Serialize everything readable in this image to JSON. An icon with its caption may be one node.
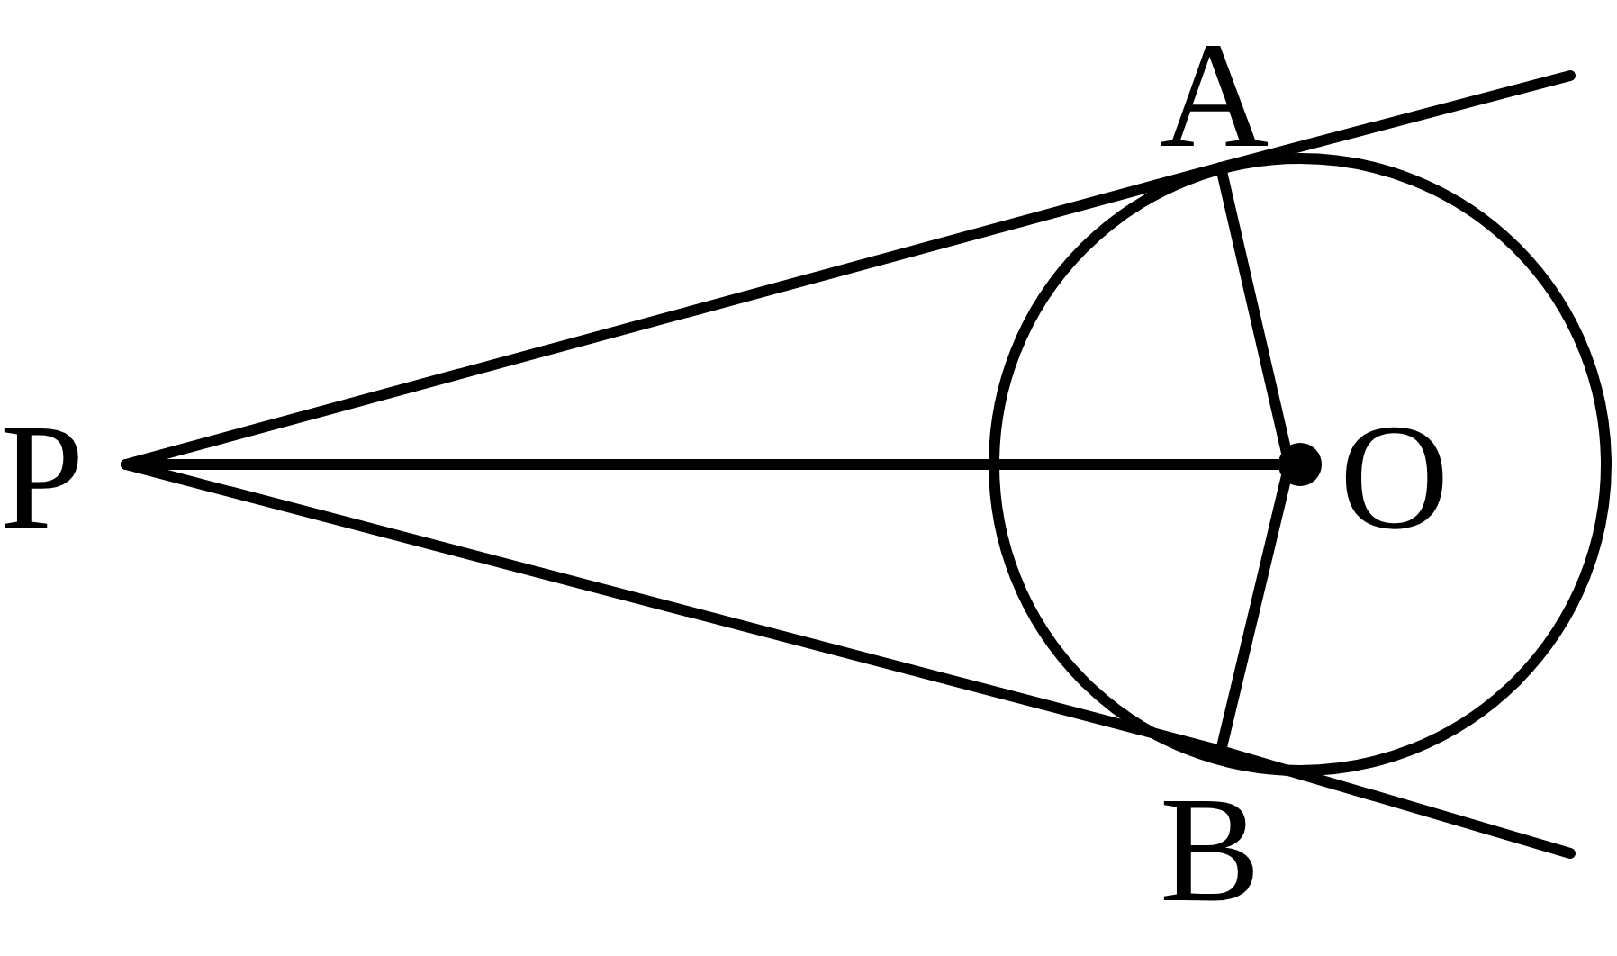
{
  "diagram": {
    "nodes": [
      {
        "text": [],
        "shape": "circle"
      },
      {
        "text": [
          "A"
        ]
      },
      {
        "text": [
          "P"
        ]
      },
      {
        "text": [
          "O"
        ],
        "in": 0
      },
      {
        "text": [
          "B"
        ]
      }
    ],
    "edges": [
      {
        "from": 2,
        "to": 1,
        "arrow": "none"
      },
      {
        "from": 1,
        "to": null,
        "arrow": "none"
      },
      {
        "from": 2,
        "to": 3,
        "arrow": "none"
      },
      {
        "from": 2,
        "to": 4,
        "arrow": "none"
      },
      {
        "from": 4,
        "to": null,
        "arrow": "none"
      },
      {
        "from": 1,
        "to": 3,
        "arrow": "none"
      },
      {
        "from": 4,
        "to": 3,
        "arrow": "none"
      }
    ]
  }
}
